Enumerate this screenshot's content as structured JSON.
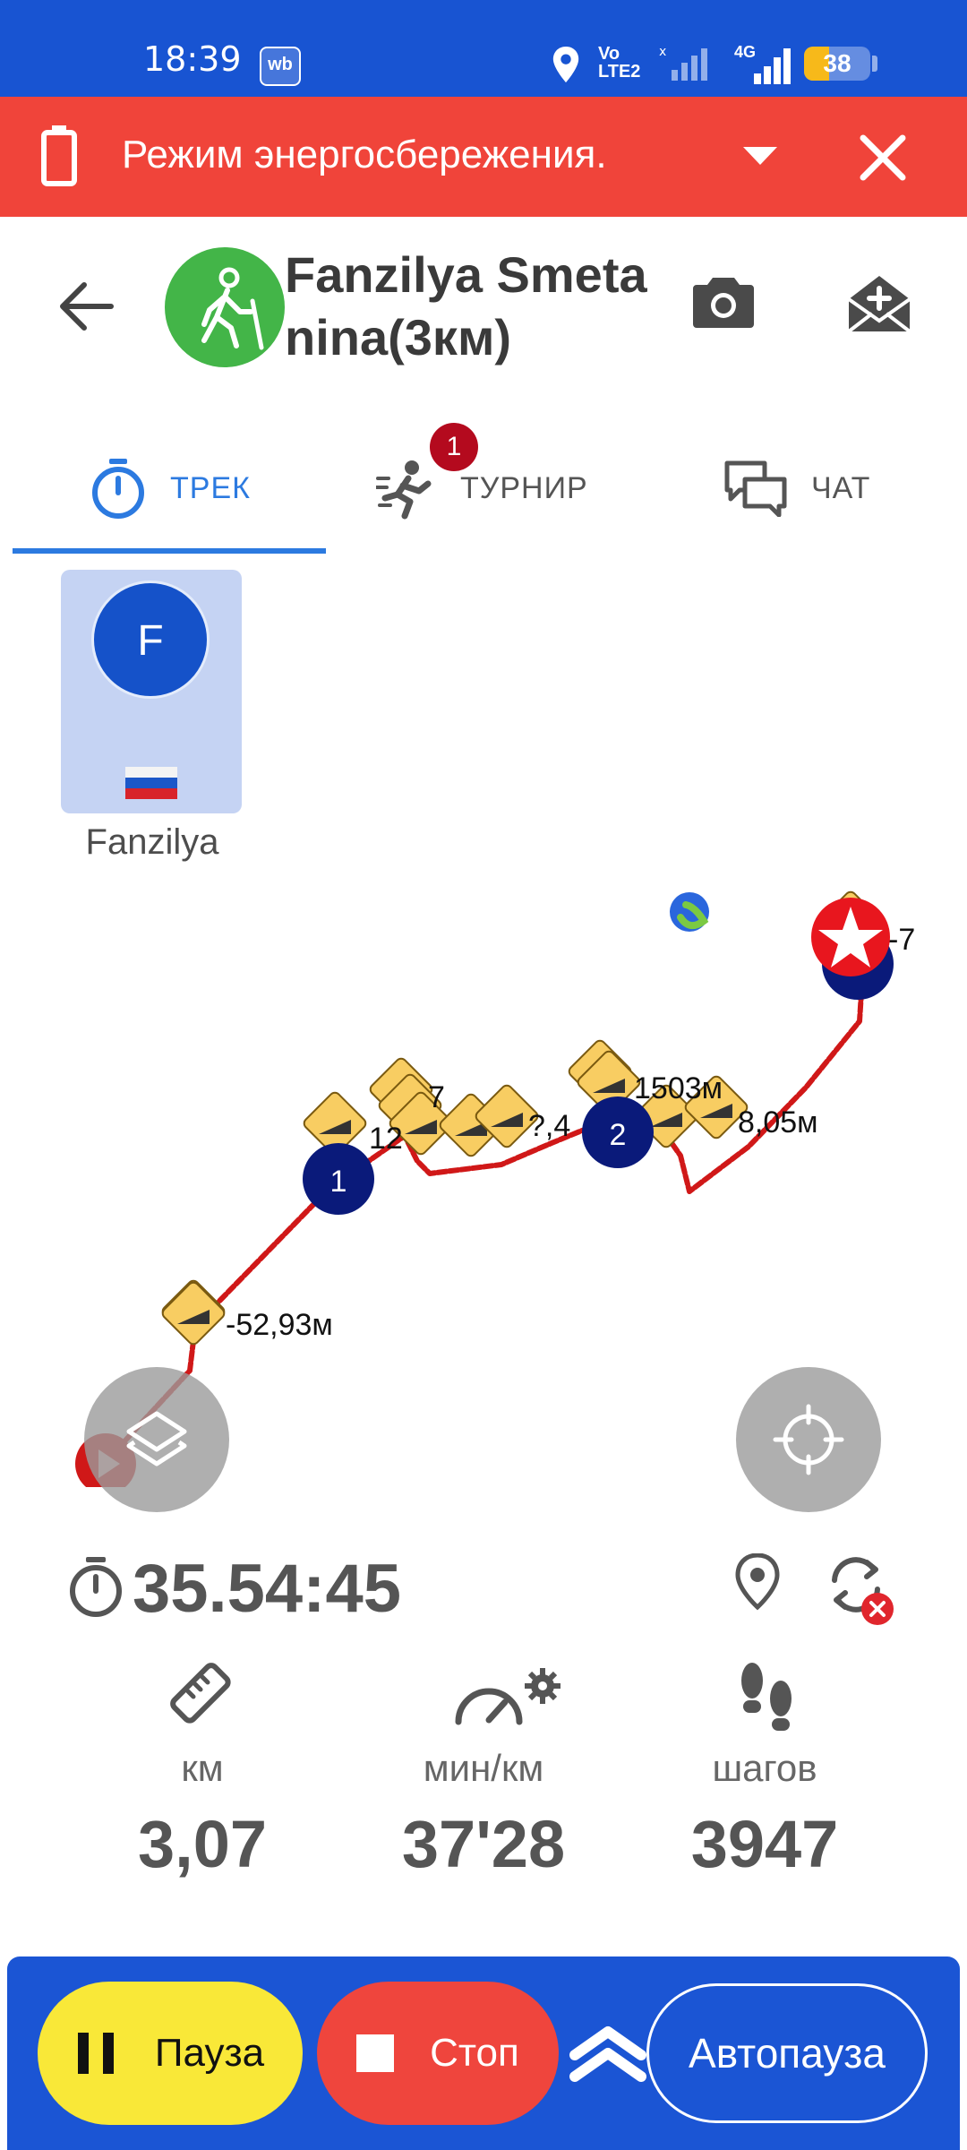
{
  "status_bar": {
    "time": "18:39",
    "wb_badge": "wb",
    "network_label_top": "Vo",
    "network_label_bottom": "LTE2",
    "network_type": "4G",
    "battery_level": "38",
    "battery_fraction": 0.38,
    "icons": [
      "location-icon",
      "signal-icon",
      "battery-icon"
    ]
  },
  "power_banner": {
    "text": "Режим энергосбережения.",
    "color": "#f0443a"
  },
  "header": {
    "title": "Fanzilya Smetanina(3км)",
    "avatar_color": "#43b548"
  },
  "tabs": [
    {
      "label": "ТРЕК",
      "active": true
    },
    {
      "label": "ТУРНИР",
      "active": false,
      "badge": "1"
    },
    {
      "label": "ЧАТ",
      "active": false
    }
  ],
  "participant": {
    "initial": "F",
    "name": "Fanzilya"
  },
  "map": {
    "split_markers": [
      "1",
      "2"
    ],
    "elevation_labels": [
      "-52,93м",
      "12",
      "7",
      "?,4",
      "1503м",
      "8,05м",
      "-7"
    ]
  },
  "timer": "35.54:45",
  "stats": [
    {
      "unit": "км",
      "value": "3,07",
      "icon": "ruler-icon"
    },
    {
      "unit": "мин/км",
      "value": "37'28",
      "icon": "speedometer-icon"
    },
    {
      "unit": "шагов",
      "value": "3947",
      "icon": "footsteps-icon"
    }
  ],
  "actions": {
    "pause": "Пауза",
    "stop": "Стоп",
    "autopause": "Автопауза"
  },
  "colors": {
    "primary": "#1854d2",
    "accent_tab": "#2c7ae0",
    "track": "#d01818",
    "split_marker": "#0a1a7a",
    "pause_button": "#f9e838",
    "stop_button": "#ef453d"
  }
}
